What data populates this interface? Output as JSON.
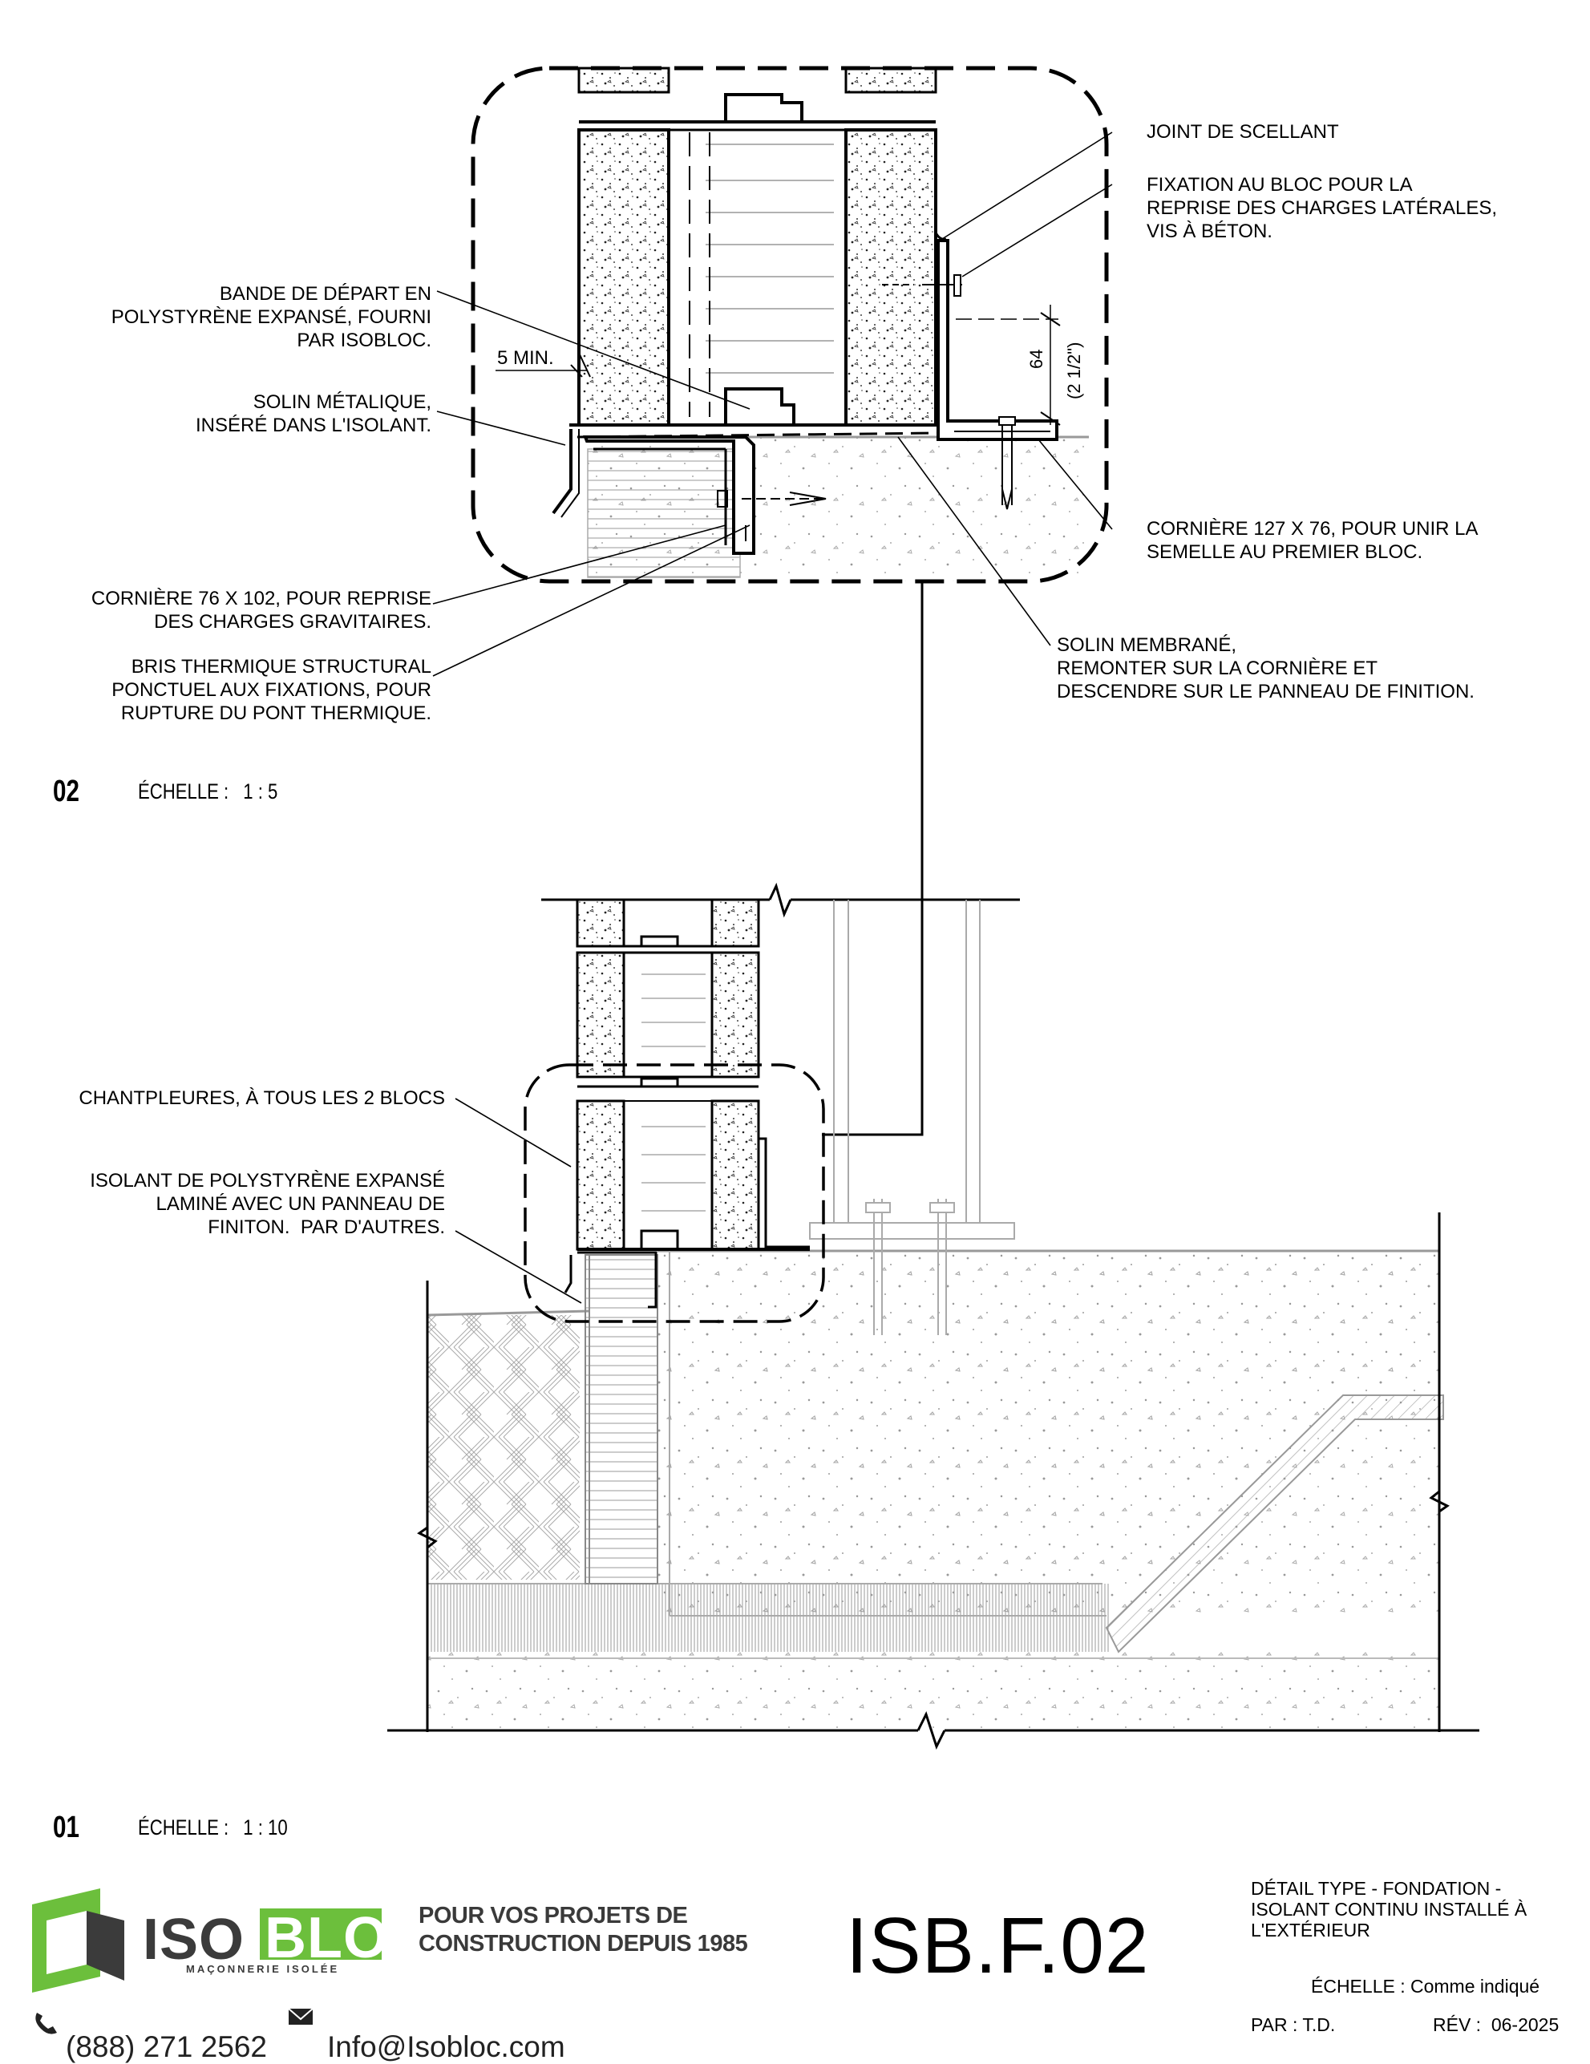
{
  "detail_02": {
    "number": "02",
    "scale_label": "ÉCHELLE :",
    "scale_value": "1 : 5",
    "callouts": {
      "joint": "JOINT DE SCELLANT",
      "fixation": "FIXATION AU BLOC POUR LA\nREPRISE DES CHARGES LATÉRALES,\nVIS À BÉTON.",
      "bande": "BANDE DE DÉPART EN\nPOLYSTYRÈNE EXPANSÉ, FOURNI\nPAR ISOBLOC.",
      "min": "5 MIN.",
      "solin_metal": "SOLIN MÉTALIQUE,\nINSÉRÉ DANS L'ISOLANT.",
      "corniere127": "CORNIÈRE 127 X 76, POUR UNIR LA\nSEMELLE AU PREMIER BLOC.",
      "corniere76": "CORNIÈRE 76 X 102, POUR REPRISE\nDES CHARGES GRAVITAIRES.",
      "bris": "BRIS THERMIQUE STRUCTURAL\nPONCTUEL AUX FIXATIONS, POUR\nRUPTURE DU PONT THERMIQUE.",
      "solin_membrane": "SOLIN MEMBRANÉ,\nREMONTER SUR LA CORNIÈRE ET\nDESCENDRE SUR LE PANNEAU DE FINITION.",
      "dim_mm": "64",
      "dim_in": "(2 1/2\")"
    }
  },
  "detail_01": {
    "number": "01",
    "scale_label": "ÉCHELLE :",
    "scale_value": "1 : 10",
    "callouts": {
      "chantpleures": "CHANTPLEURES, À TOUS LES 2 BLOCS",
      "isolant": "ISOLANT DE POLYSTYRÈNE EXPANSÉ\nLAMINÉ AVEC UN PANNEAU DE\nFINITON.  PAR D'AUTRES."
    }
  },
  "title_block": {
    "logo_iso": "ISO",
    "logo_bloc": "BLOC",
    "logo_sub": "MAÇONNERIE ISOLÉE",
    "slogan": "POUR VOS PROJETS DE\nCONSTRUCTION DEPUIS 1985",
    "phone": "(888) 271 2562",
    "email": "Info@Isobloc.com",
    "drawing_number": "ISB.F.02",
    "title": "DÉTAIL TYPE - FONDATION -\nISOLANT CONTINU INSTALLÉ À\nL'EXTÉRIEUR",
    "scale_label": "ÉCHELLE :",
    "scale_value": "Comme indiqué",
    "drawn_by": "PAR : T.D.",
    "revision": "RÉV :  06-2025"
  },
  "colors": {
    "line": "#000000",
    "hatch_gray": "#8a8a8a",
    "logo_green": "#6cbf3c",
    "logo_gray": "#3b3b3b"
  },
  "icons": [
    "phone-icon",
    "envelope-icon",
    "isobloc-logo-mark"
  ]
}
